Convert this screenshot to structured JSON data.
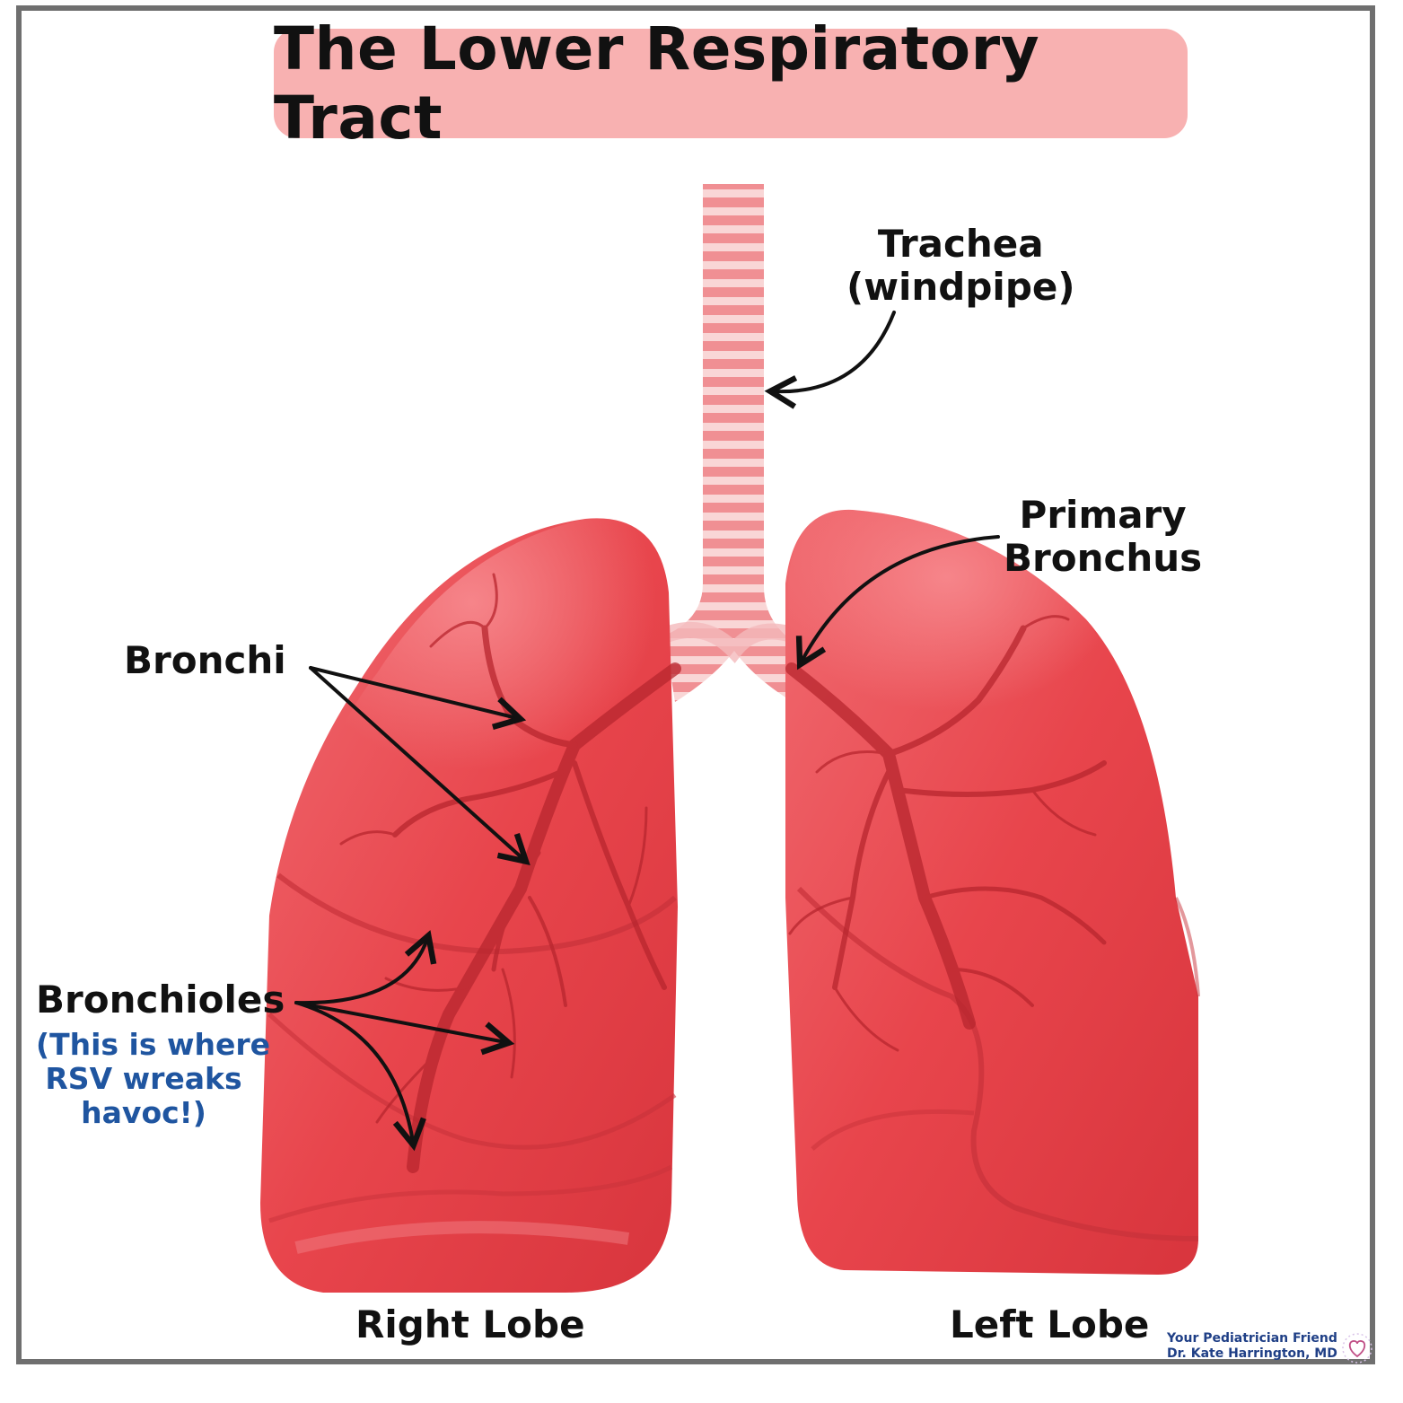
{
  "title": "The Lower Respiratory Tract",
  "labels": {
    "trachea": [
      "Trachea",
      "(windpipe)"
    ],
    "primary_bronchus": [
      "Primary",
      "Bronchus"
    ],
    "bronchi": "Bronchi",
    "bronchioles": "Bronchioles",
    "bronchioles_note": [
      "(This is where",
      "RSV wreaks",
      "havoc!)"
    ],
    "right_lobe": "Right Lobe",
    "left_lobe": "Left Lobe"
  },
  "credit": {
    "line1": "Your Pediatrician Friend",
    "line2": "Dr. Kate Harrington, MD"
  },
  "colors": {
    "title_bg": "#f8b1b1",
    "lung": "#e8454c",
    "trachea_ring": "#f3a7a8",
    "note_text": "#1f55a0"
  },
  "icons": [
    "heart-icon",
    "arrow-icon"
  ]
}
